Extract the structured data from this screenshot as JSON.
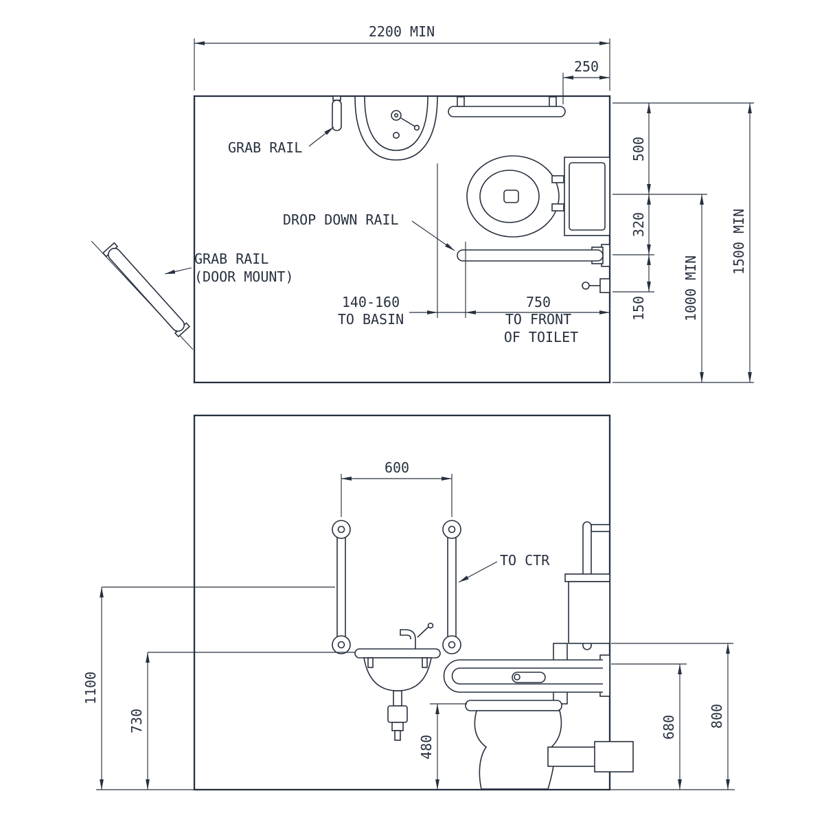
{
  "colors": {
    "ink": "#27303f",
    "bg": "#ffffff"
  },
  "plan": {
    "dim_width": "2200 MIN",
    "dim_250": "250",
    "dim_500": "500",
    "dim_320": "320",
    "dim_150": "150",
    "dim_1000": "1000 MIN",
    "dim_1500": "1500 MIN",
    "dim_basin_value": "140-160",
    "dim_basin_caption": "TO BASIN",
    "dim_toilet_value": "750",
    "dim_toilet_caption1": "TO FRONT",
    "dim_toilet_caption2": "OF TOILET",
    "label_grab_rail": "GRAB RAIL",
    "label_drop_down_rail": "DROP DOWN RAIL",
    "label_door_rail_line1": "GRAB RAIL",
    "label_door_rail_line2": "(DOOR MOUNT)"
  },
  "elevation": {
    "dim_600": "600",
    "label_to_ctr": "TO CTR",
    "dim_1100": "1100",
    "dim_730": "730",
    "dim_480": "480",
    "dim_680": "680",
    "dim_800": "800"
  }
}
